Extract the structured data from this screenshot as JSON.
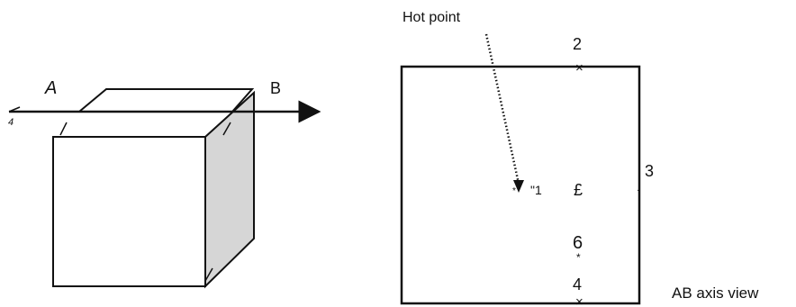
{
  "left_figure": {
    "label_a": "A",
    "label_b": "B",
    "label_4": "4"
  },
  "right_figure": {
    "hot_point_label": "Hot point",
    "markers": {
      "m1": "\"1",
      "m1_star": "*",
      "m2": "2",
      "m3": "3",
      "m5": "£",
      "m6": "6",
      "m6_star": "*",
      "m4": "4"
    },
    "view_caption": "AB axis view"
  },
  "colors": {
    "line": "#111111",
    "shade": "#d6d6d6"
  }
}
